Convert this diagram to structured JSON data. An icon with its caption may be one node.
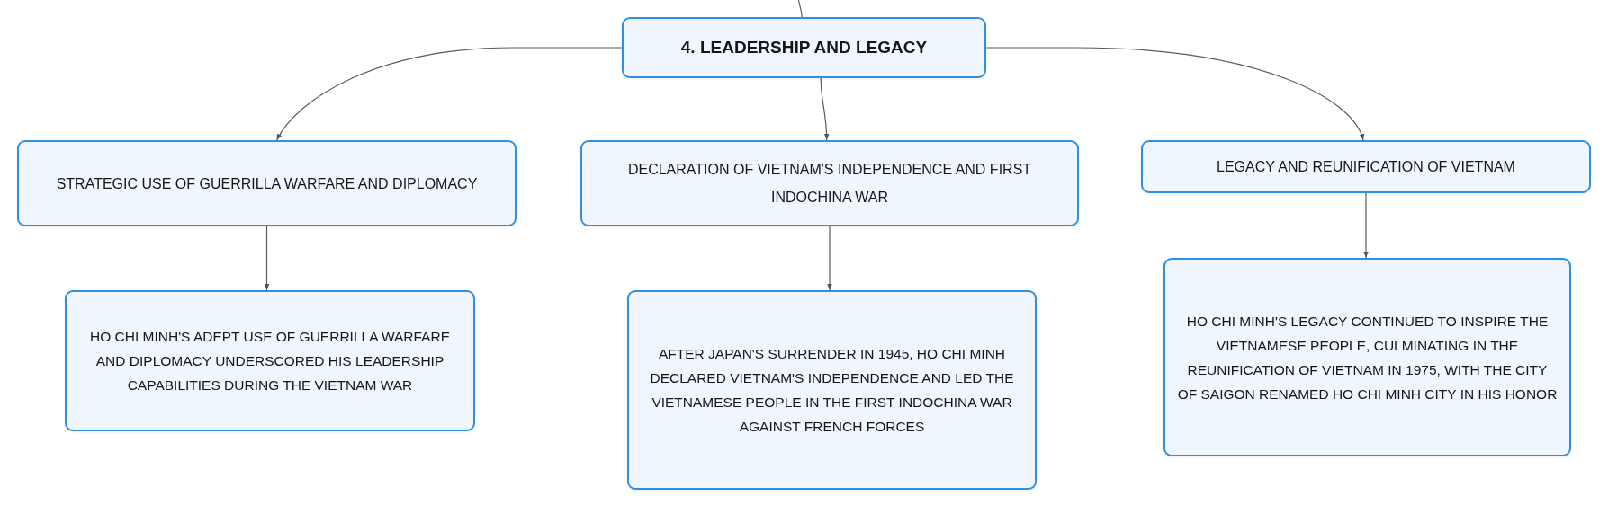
{
  "diagram": {
    "nodes": [
      {
        "text": [
          "4. LEADERSHIP AND LEGACY"
        ]
      },
      {
        "text": [
          "STRATEGIC USE OF GUERRILLA WARFARE AND DIPLOMACY"
        ]
      },
      {
        "text": [
          "DECLARATION OF VIETNAM'S INDEPENDENCE AND FIRST INDOCHINA WAR"
        ]
      },
      {
        "text": [
          "LEGACY AND REUNIFICATION OF VIETNAM"
        ]
      },
      {
        "text": [
          "HO CHI MINH'S ADEPT USE OF GUERRILLA WARFARE AND DIPLOMACY UNDERSCORED HIS LEADERSHIP CAPABILITIES DURING THE VIETNAM WAR"
        ]
      },
      {
        "text": [
          "AFTER JAPAN'S SURRENDER IN 1945, HO CHI MINH DECLARED VIETNAM'S INDEPENDENCE AND LED THE VIETNAMESE PEOPLE IN THE FIRST INDOCHINA WAR AGAINST FRENCH FORCES"
        ]
      },
      {
        "text": [
          "HO CHI MINH'S LEGACY CONTINUED TO INSPIRE THE VIETNAMESE PEOPLE, CULMINATING IN THE REUNIFICATION OF VIETNAM IN 1975, WITH THE CITY OF SAIGON RENAMED HO CHI MINH CITY IN HIS HONOR"
        ]
      }
    ],
    "edges": [
      {
        "from": null,
        "to": 0,
        "arrow": "none"
      },
      {
        "from": 0,
        "to": 1,
        "arrow": "to"
      },
      {
        "from": 0,
        "to": 2,
        "arrow": "to"
      },
      {
        "from": 0,
        "to": 3,
        "arrow": "to"
      },
      {
        "from": 1,
        "to": 4,
        "arrow": "to"
      },
      {
        "from": 2,
        "to": 5,
        "arrow": "to"
      },
      {
        "from": 3,
        "to": 6,
        "arrow": "to"
      }
    ]
  }
}
